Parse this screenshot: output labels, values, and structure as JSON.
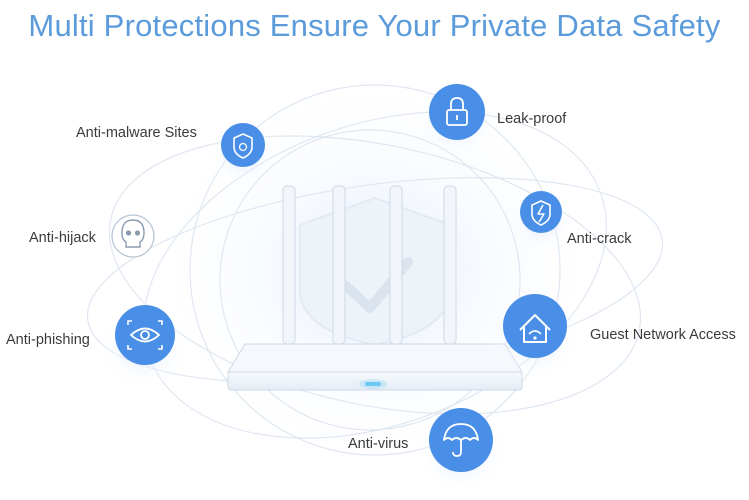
{
  "title": "Multi Protections Ensure Your Private Data Safety",
  "accent_color": "#4a8fe7",
  "features": [
    {
      "label": "Anti-malware Sites",
      "icon": "shield-bug-icon"
    },
    {
      "label": "Leak-proof",
      "icon": "lock-icon"
    },
    {
      "label": "Anti-hijack",
      "icon": "skull-icon"
    },
    {
      "label": "Anti-crack",
      "icon": "shield-bolt-icon"
    },
    {
      "label": "Anti-phishing",
      "icon": "eye-scan-icon"
    },
    {
      "label": "Guest Network Access",
      "icon": "home-wifi-icon"
    },
    {
      "label": "Anti-virus",
      "icon": "umbrella-icon"
    }
  ],
  "product": {
    "icon": "router-icon"
  }
}
